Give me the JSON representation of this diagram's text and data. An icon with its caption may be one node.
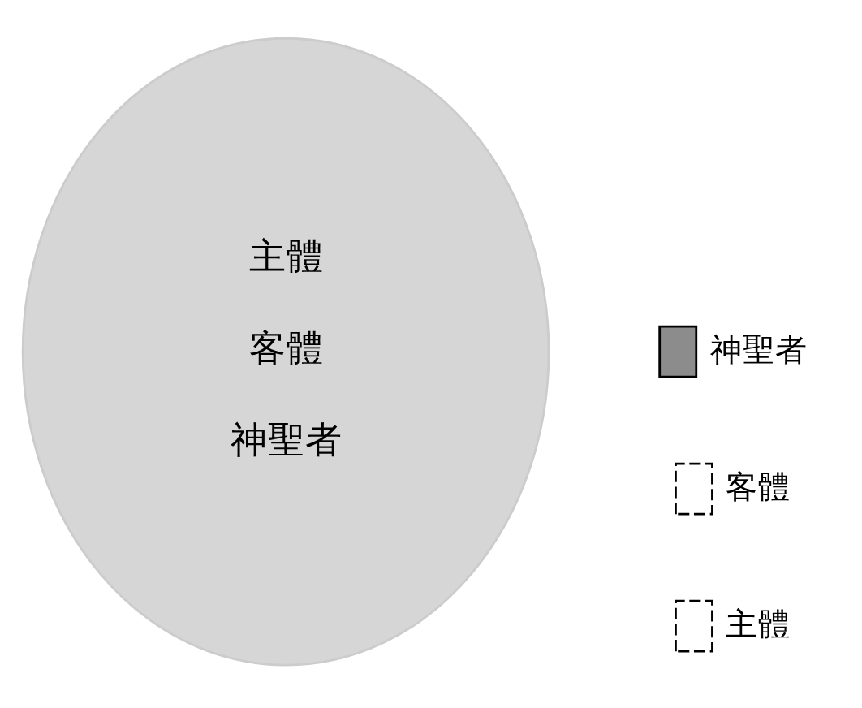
{
  "diagram": {
    "nodes": [
      {
        "text": [
          "主體",
          "客體",
          "神聖者"
        ]
      }
    ],
    "legend": [
      {
        "text": "神聖者",
        "color": "#8c8c8c"
      },
      {
        "text": "客體"
      },
      {
        "text": "主體"
      }
    ]
  }
}
